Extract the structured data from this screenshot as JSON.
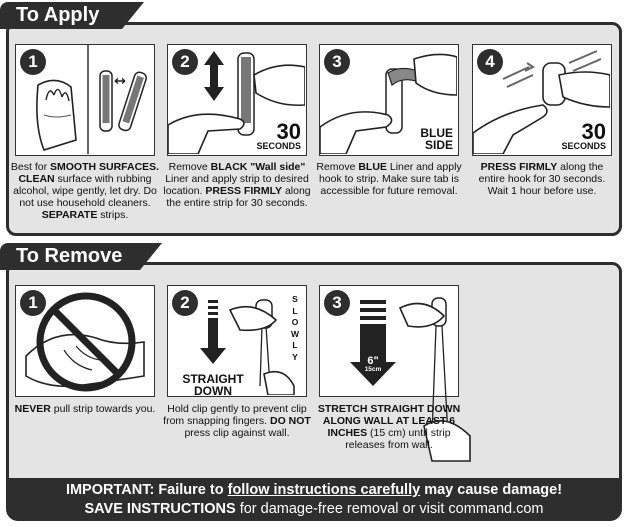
{
  "apply": {
    "title": "To Apply",
    "steps": [
      {
        "num": "1",
        "caption": [
          {
            "t": "Best for ",
            "b": false
          },
          {
            "t": "SMOOTH SURFACES. CLEAN",
            "b": true
          },
          {
            "t": " surface with rubbing alcohol, wipe gently, let dry. Do not use household cleaners. ",
            "b": false
          },
          {
            "t": "SEPARATE",
            "b": true
          },
          {
            "t": " strips.",
            "b": false
          }
        ]
      },
      {
        "num": "2",
        "big": "30",
        "small": "SECONDS",
        "caption": [
          {
            "t": "Remove ",
            "b": false
          },
          {
            "t": "BLACK \"Wall side\"",
            "b": true
          },
          {
            "t": " Liner and apply strip to desired location. ",
            "b": false
          },
          {
            "t": "PRESS FIRMLY",
            "b": true
          },
          {
            "t": " along the entire strip for 30 seconds.",
            "b": false
          }
        ]
      },
      {
        "num": "3",
        "label1": "BLUE",
        "label2": "SIDE",
        "caption": [
          {
            "t": "Remove ",
            "b": false
          },
          {
            "t": "BLUE",
            "b": true
          },
          {
            "t": " Liner and apply hook to strip. Make sure tab is accessible for future removal.",
            "b": false
          }
        ]
      },
      {
        "num": "4",
        "big": "30",
        "small": "SECONDS",
        "caption": [
          {
            "t": "PRESS FIRMLY",
            "b": true
          },
          {
            "t": " along the entire hook for 30 seconds. Wait 1 hour before use.",
            "b": false
          }
        ]
      }
    ]
  },
  "remove": {
    "title": "To Remove",
    "steps": [
      {
        "num": "1",
        "caption": [
          {
            "t": "NEVER",
            "b": true
          },
          {
            "t": " pull strip towards you.",
            "b": false
          }
        ]
      },
      {
        "num": "2",
        "label1": "STRAIGHT",
        "label2": "DOWN",
        "vertical": "SLOWLY",
        "caption": [
          {
            "t": "Hold clip gently to prevent clip from snapping fingers. ",
            "b": false
          },
          {
            "t": "DO NOT",
            "b": true
          },
          {
            "t": " press clip against wall.",
            "b": false
          }
        ]
      },
      {
        "num": "3",
        "big": "6\"",
        "small": "15cm",
        "caption": [
          {
            "t": "STRETCH STRAIGHT DOWN ALONG WALL AT LEAST 6 INCHES",
            "b": true
          },
          {
            "t": " (15 cm) until strip releases from wall.",
            "b": false
          }
        ]
      }
    ]
  },
  "footer": {
    "line1_a": "IMPORTANT: Failure to ",
    "line1_u": "follow instructions carefully",
    "line1_b": " may cause damage!",
    "line2_a": "SAVE INSTRUCTIONS",
    "line2_b": " for damage-free removal or visit command.com"
  }
}
